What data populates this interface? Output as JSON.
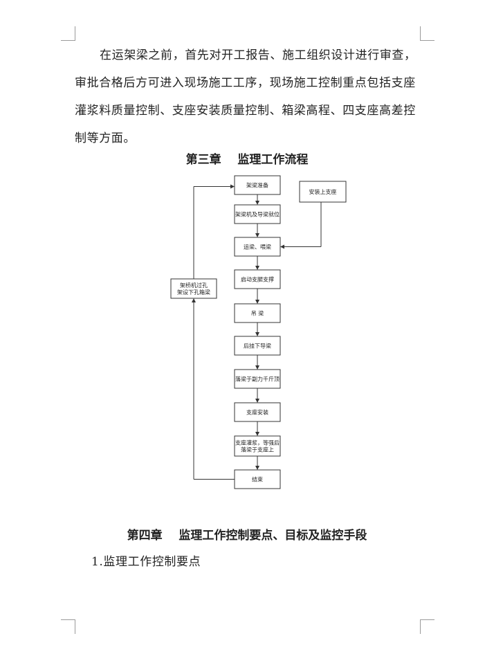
{
  "intro_lines": [
    "在运架梁之前，首先对开工报告、施工组织设计进行审查，",
    "审批合格后方可进入现场施工工序，现场施工控制重点包括支座",
    "灌浆料质量控制、支座安装质量控制、箱梁高程、四支座高差控",
    "制等方面。"
  ],
  "chapter3_title": "第三章    监理工作流程",
  "chapter4_title": "第四章    监理工作控制要点、目标及监控手段",
  "section_1": "1.监理工作控制要点",
  "flowchart": {
    "steps": [
      [
        "架梁准备"
      ],
      [
        "架梁机及导梁就位"
      ],
      [
        "运梁、喂梁"
      ],
      [
        "启动支腿支撑"
      ],
      [
        "吊    梁"
      ],
      [
        "后挂下导梁"
      ],
      [
        "落梁于副力千斤顶"
      ],
      [
        "支座安装"
      ],
      [
        "支座灌浆，等强后",
        "落梁于支座上"
      ],
      [
        "结束"
      ]
    ],
    "side_input": [
      "安装上支座"
    ],
    "loop_box": [
      "架桥机过孔",
      "架设下孔箱梁"
    ]
  }
}
